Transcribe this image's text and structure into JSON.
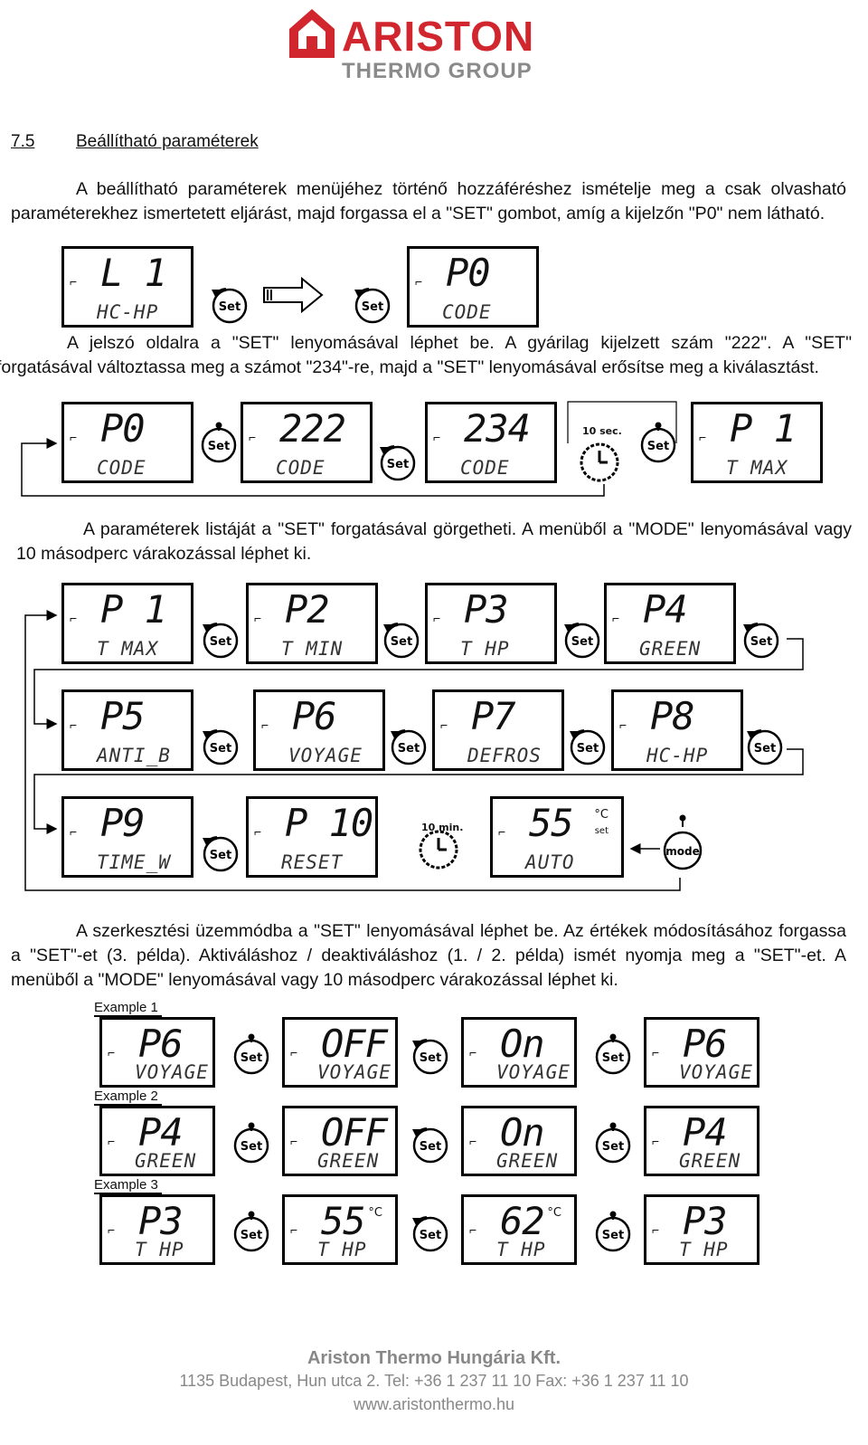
{
  "logo": {
    "brand": "ARISTON",
    "group": "THERMO GROUP"
  },
  "section": {
    "number": "7.5",
    "title": "Beállítható paraméterek"
  },
  "paragraphs": {
    "p1": "A beállítható paraméterek menüjéhez történő hozzáféréshez ismételje meg a csak olvasható paraméterekhez ismertetett eljárást, majd forgassa el a \"SET\" gombot, amíg a kijelzőn \"P0\" nem látható.",
    "p2": "A jelszó oldalra a \"SET\" lenyomásával léphet be. A gyárilag kijelzett szám \"222\". A \"SET\" forgatásával változtassa meg a számot \"234\"-re, majd a \"SET\" lenyomásával erősítse meg a kiválasztást.",
    "p3": "A paraméterek listáját a \"SET\" forgatásával görgetheti. A menüből a \"MODE\" lenyomásával vagy 10 másodperc várakozással léphet ki.",
    "p4": "A szerkesztési üzemmódba a \"SET\" lenyomásával léphet be. Az értékek módosításához forgassa a \"SET\"-et (3. példa). Aktiváláshoz / deaktiváláshoz (1. / 2. példa) ismét nyomja meg a \"SET\"-et. A menüből a \"MODE\" lenyomásával vagy 10 másodperc várakozással léphet ki."
  },
  "button_label": "Set",
  "mode_label": "mode",
  "timers": {
    "sec": "10 sec.",
    "min": "10 min."
  },
  "row0": [
    {
      "big": "L 1",
      "small": "HC-HP"
    },
    {
      "big": "P0",
      "small": "CODE"
    }
  ],
  "row1": [
    {
      "big": "P0",
      "small": "CODE"
    },
    {
      "big": "222",
      "small": "CODE"
    },
    {
      "big": "234",
      "small": "CODE"
    },
    {
      "big": "P 1",
      "small": "T MAX"
    }
  ],
  "menu_rows": [
    [
      {
        "big": "P 1",
        "small": "T MAX"
      },
      {
        "big": "P2",
        "small": "T MIN"
      },
      {
        "big": "P3",
        "small": "T HP"
      },
      {
        "big": "P4",
        "small": "GREEN"
      }
    ],
    [
      {
        "big": "P5",
        "small": "ANTI_B"
      },
      {
        "big": "P6",
        "small": "VOYAGE"
      },
      {
        "big": "P7",
        "small": "DEFROS"
      },
      {
        "big": "P8",
        "small": "HC-HP"
      }
    ],
    [
      {
        "big": "P9",
        "small": "TIME_W"
      },
      {
        "big": "P 10",
        "small": "RESET"
      }
    ]
  ],
  "auto_display": {
    "big": "55",
    "unit": "°C",
    "set": "set",
    "small": "AUTO"
  },
  "examples": [
    {
      "label": "Example 1",
      "displays": [
        {
          "big": "P6",
          "small": "VOYAGE"
        },
        {
          "big": "OFF",
          "small": "VOYAGE"
        },
        {
          "big": "On",
          "small": "VOYAGE"
        },
        {
          "big": "P6",
          "small": "VOYAGE"
        }
      ]
    },
    {
      "label": "Example 2",
      "displays": [
        {
          "big": "P4",
          "small": "GREEN"
        },
        {
          "big": "OFF",
          "small": "GREEN"
        },
        {
          "big": "On",
          "small": "GREEN"
        },
        {
          "big": "P4",
          "small": "GREEN"
        }
      ]
    },
    {
      "label": "Example 3",
      "displays": [
        {
          "big": "P3",
          "small": "T HP"
        },
        {
          "big": "55",
          "unit": "°C",
          "small": "T HP"
        },
        {
          "big": "62",
          "unit": "°C",
          "small": "T HP"
        },
        {
          "big": "P3",
          "small": "T HP"
        }
      ]
    }
  ],
  "footer": {
    "company": "Ariston Thermo Hungária Kft.",
    "address": "1135 Budapest, Hun utca 2. Tel: +36 1 237 11 10 Fax: +36 1 237 11 10",
    "web": "www.aristonthermo.hu"
  }
}
